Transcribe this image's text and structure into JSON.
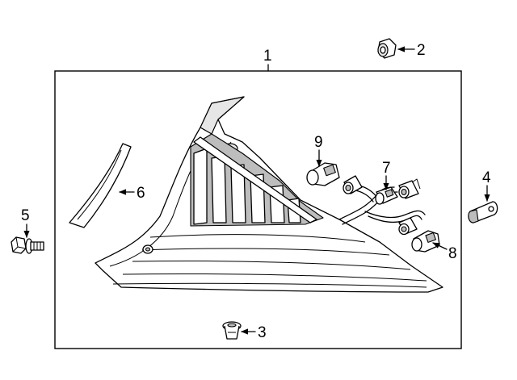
{
  "callouts": {
    "c1": "1",
    "c2": "2",
    "c3": "3",
    "c4": "4",
    "c5": "5",
    "c6": "6",
    "c7": "7",
    "c8": "8",
    "c9": "9"
  },
  "colors": {
    "line": "#000000",
    "background": "#ffffff",
    "shade": "#bdbdbd"
  }
}
